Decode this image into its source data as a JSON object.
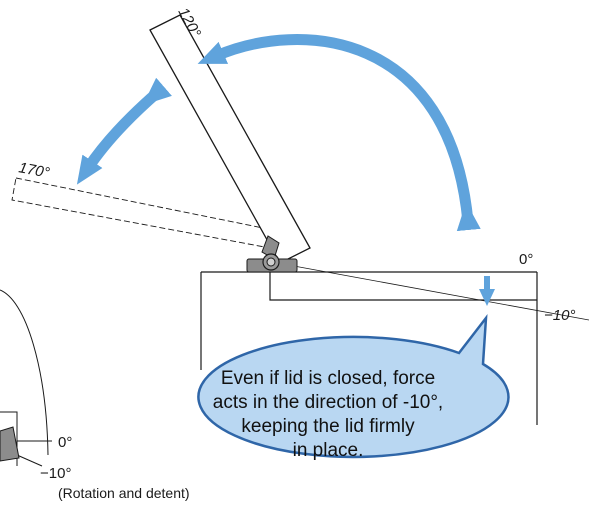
{
  "labels": {
    "angle_120": "120°",
    "angle_170": "170°",
    "angle_0_right": "0°",
    "angle_neg10_right": "−10°",
    "angle_0_left": "0°",
    "angle_neg10_left": "−10°"
  },
  "callout": {
    "lines": [
      "Even if lid is closed, force",
      "acts in the direction of -10°,",
      "keeping the lid firmly",
      "in place."
    ]
  },
  "caption": "(Rotation and detent)",
  "colors": {
    "arrow": "#5fa3dc",
    "bubble_fill": "#b9d7f2",
    "bubble_stroke": "#2f66a8",
    "line": "#1a1a1a",
    "hinge": "#8c8c8c"
  }
}
